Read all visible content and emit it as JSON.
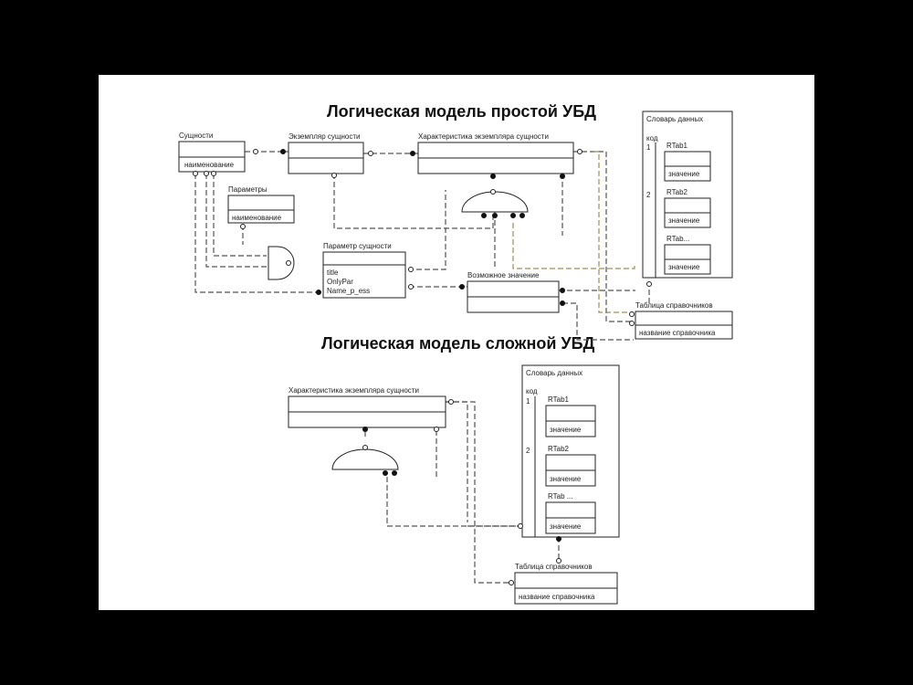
{
  "title_simple": "Логическая модель простой УБД",
  "title_complex": "Логическая модель сложной УБД",
  "simple": {
    "entity_suschnosti": {
      "label": "Сущности",
      "attr": "наименование"
    },
    "entity_ekzemplyar": {
      "label": "Экземпляр сущности"
    },
    "entity_harakteristika": {
      "label": "Характеристика экземпляра сущности"
    },
    "entity_parametry": {
      "label": "Параметры",
      "attr": "наименование"
    },
    "entity_parametr": {
      "label": "Параметр сущности",
      "attrs": [
        "title",
        "OnlyPar",
        "Name_p_ess"
      ]
    },
    "entity_vozmozhnoe": {
      "label": "Возможное значение"
    },
    "entity_tablica": {
      "label": "Таблица справочников",
      "attr": "название справочника"
    },
    "dictionary": {
      "label": "Словарь данных",
      "code": "код",
      "tables": [
        {
          "num": "1",
          "name": "RTab1",
          "attr": "значение"
        },
        {
          "num": "2",
          "name": "RTab2",
          "attr": "значение"
        },
        {
          "num": "",
          "name": "RTab...",
          "attr": "значение"
        }
      ]
    }
  },
  "complex": {
    "entity_harakteristika": {
      "label": "Характеристика экземпляра сущности"
    },
    "entity_tablica": {
      "label": "Таблица справочников",
      "attr": "название справочника"
    },
    "dictionary": {
      "label": "Словарь данных",
      "code": "код",
      "tables": [
        {
          "num": "1",
          "name": "RTab1",
          "attr": "значение"
        },
        {
          "num": "2",
          "name": "RTab2",
          "attr": "значение"
        },
        {
          "num": "",
          "name": "RTab ...",
          "attr": "значение"
        }
      ]
    }
  },
  "colors": {
    "background": "#000000",
    "slide": "#ffffff",
    "line": "#222222",
    "relation_alt": "#a08c5a"
  }
}
